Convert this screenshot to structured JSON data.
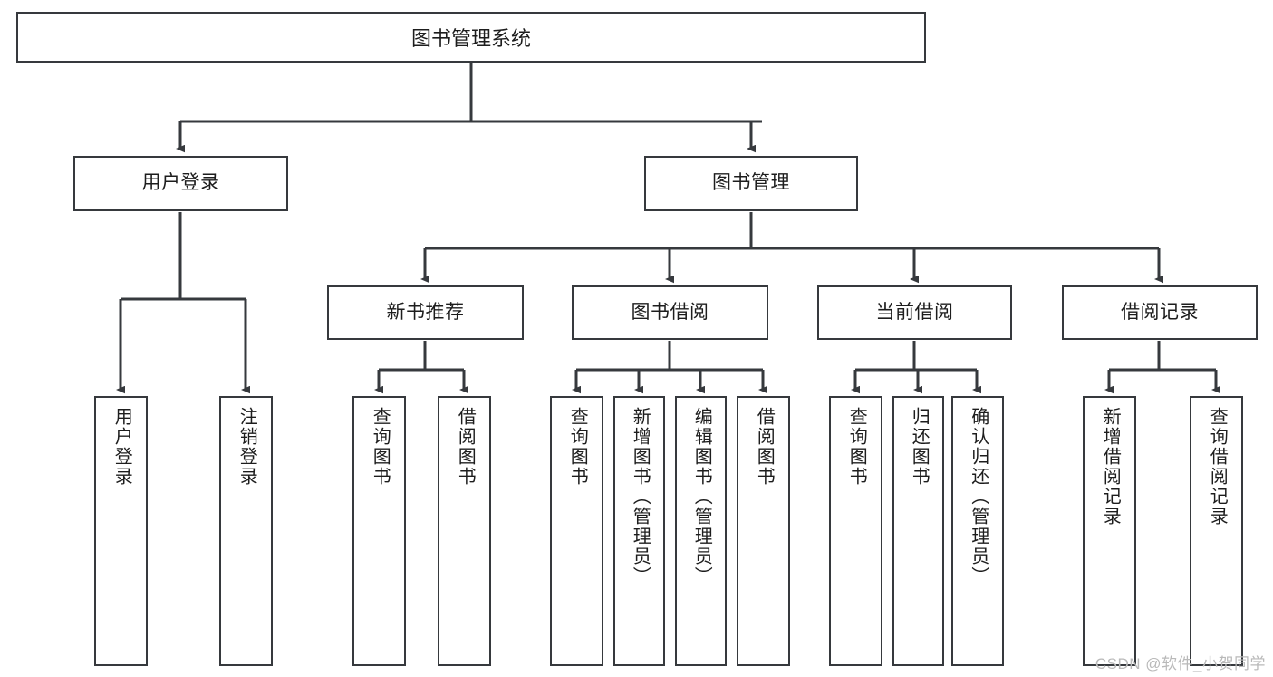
{
  "diagram": {
    "title": "图书管理系统",
    "type": "tree",
    "colors": {
      "stroke": "#36393d",
      "fill": "#ffffff",
      "text": "#1d1d1d",
      "watermark": "#b9b9b9"
    },
    "root": {
      "label": "图书管理系统"
    },
    "level2": [
      {
        "label": "用户登录"
      },
      {
        "label": "图书管理"
      }
    ],
    "level3": [
      {
        "label": "新书推荐"
      },
      {
        "label": "图书借阅"
      },
      {
        "label": "当前借阅"
      },
      {
        "label": "借阅记录"
      }
    ],
    "leaves": {
      "user_login": [
        {
          "label": "用户登录"
        },
        {
          "label": "注销登录"
        }
      ],
      "new_book_recommend": [
        {
          "label": "查询图书"
        },
        {
          "label": "借阅图书"
        }
      ],
      "book_borrow": [
        {
          "label": "查询图书"
        },
        {
          "label": "新增图书（管理员）"
        },
        {
          "label": "编辑图书（管理员）"
        },
        {
          "label": "借阅图书"
        }
      ],
      "current_borrow": [
        {
          "label": "查询图书"
        },
        {
          "label": "归还图书"
        },
        {
          "label": "确认归还（管理员）"
        }
      ],
      "borrow_record": [
        {
          "label": "新增借阅记录"
        },
        {
          "label": "查询借阅记录"
        }
      ]
    }
  },
  "watermark": {
    "text": "CSDN @软件_小贺同学"
  }
}
